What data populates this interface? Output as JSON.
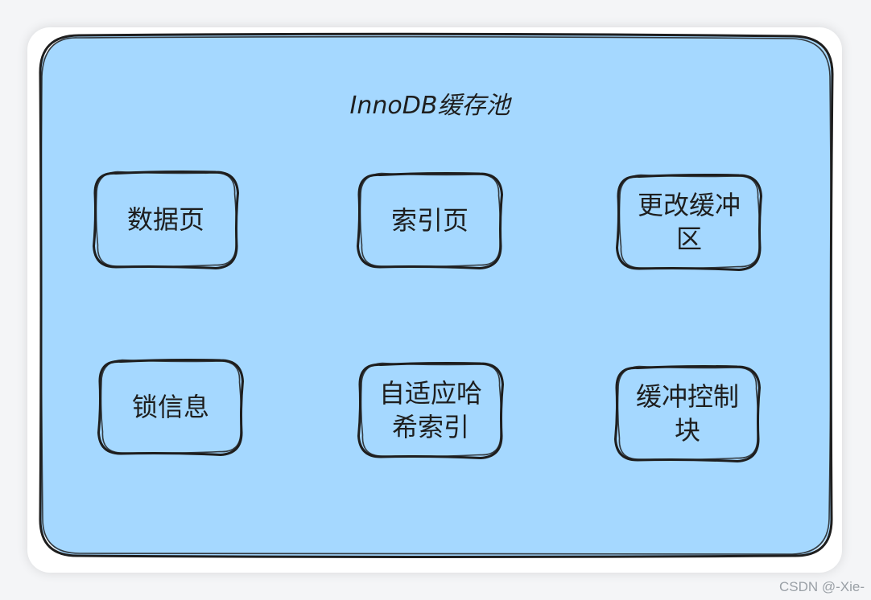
{
  "colors": {
    "pool_fill": "#a5d8ff",
    "stroke": "#1e1e1e",
    "card": "#ffffff"
  },
  "pool": {
    "title": "InnoDB缓存池"
  },
  "nodes": [
    {
      "lines": [
        "数据页"
      ]
    },
    {
      "lines": [
        "索引页"
      ]
    },
    {
      "lines": [
        "更改缓冲",
        "区"
      ]
    },
    {
      "lines": [
        "锁信息"
      ]
    },
    {
      "lines": [
        "自适应哈",
        "希索引"
      ]
    },
    {
      "lines": [
        "缓冲控制",
        "块"
      ]
    }
  ],
  "watermark": "CSDN @-Xie-"
}
